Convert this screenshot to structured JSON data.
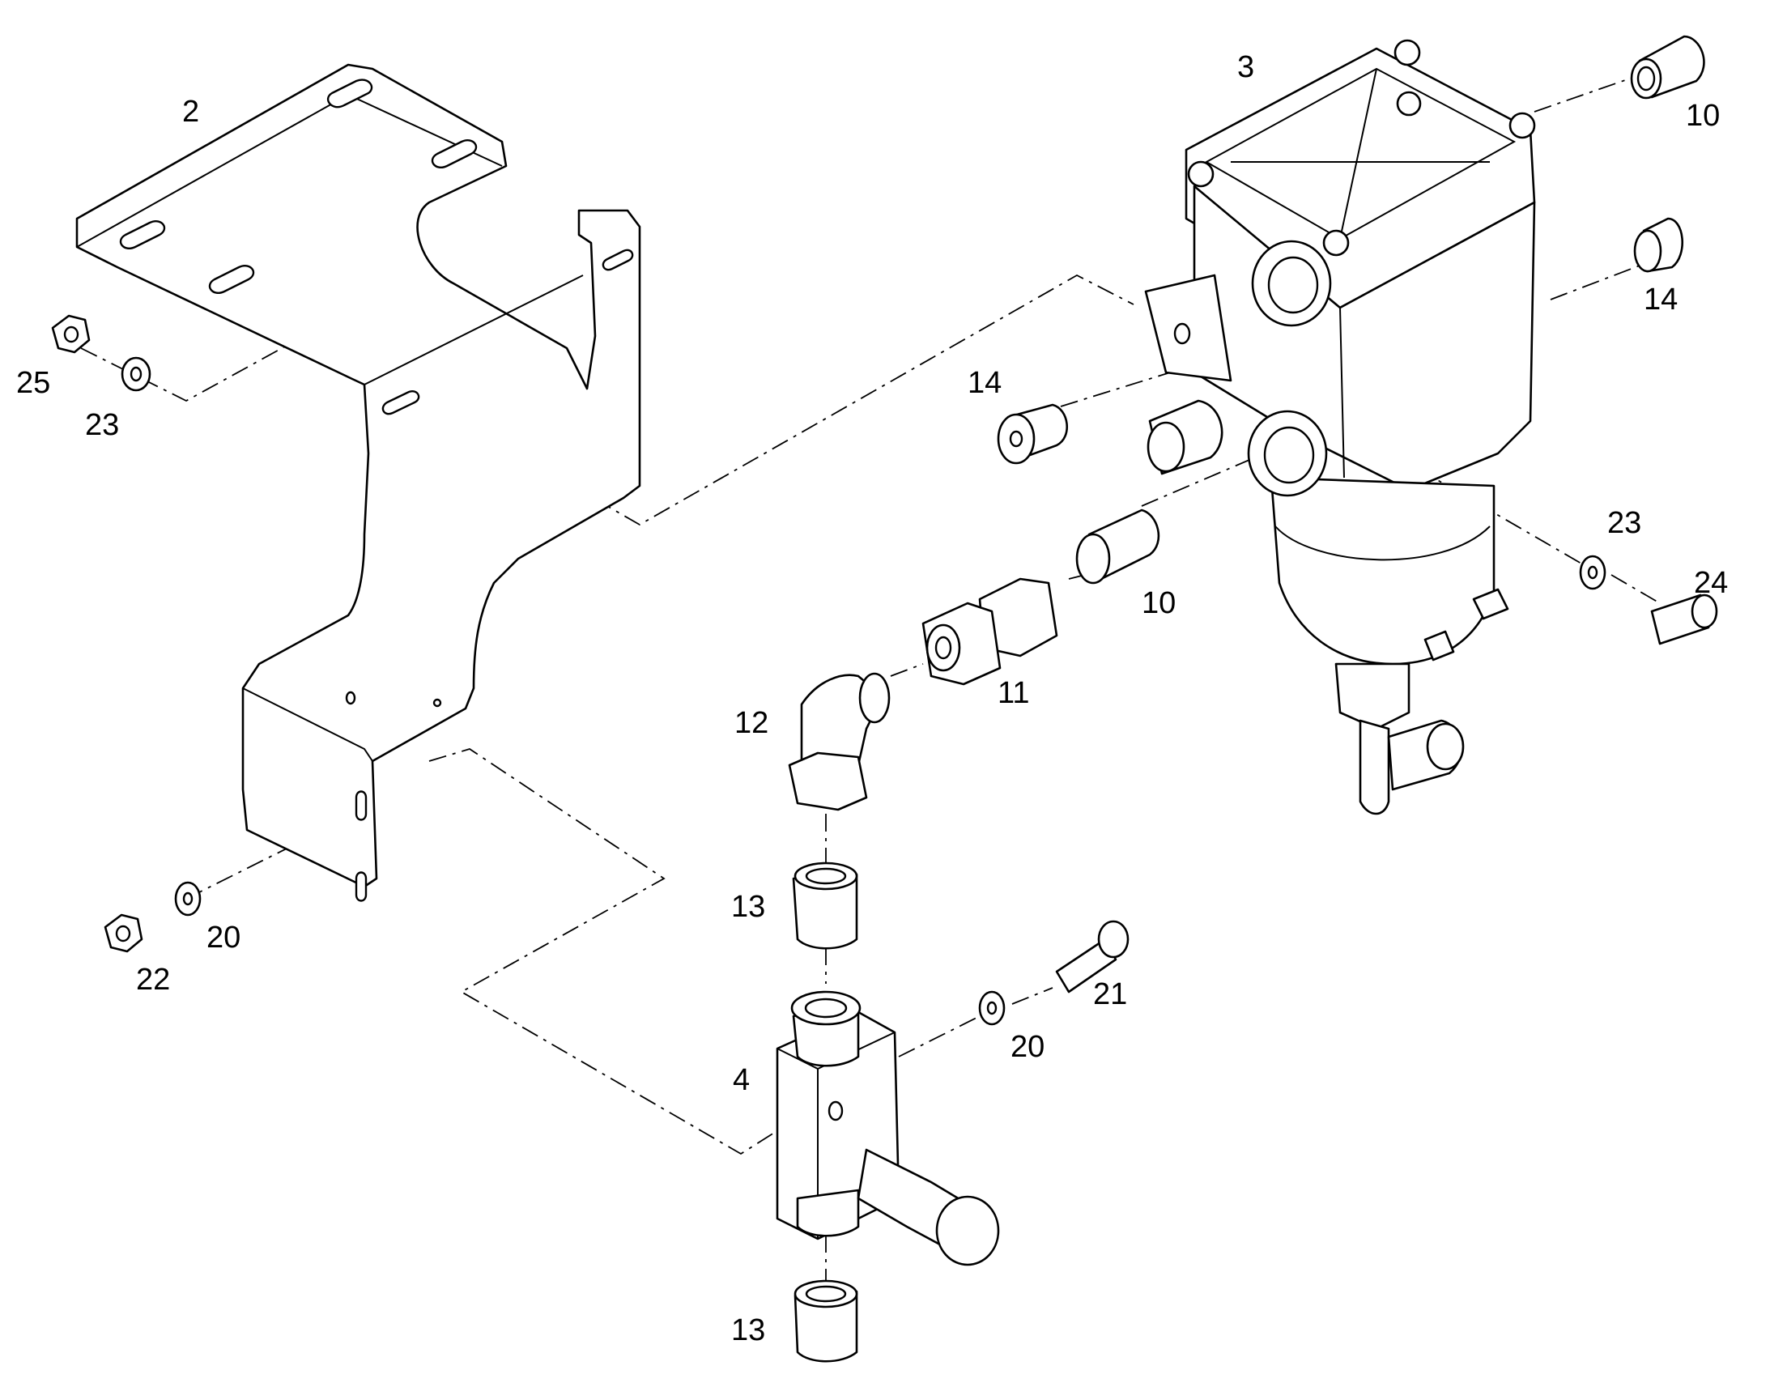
{
  "callouts": {
    "c2": "2",
    "c3": "3",
    "c4": "4",
    "c10a": "10",
    "c10b": "10",
    "c11": "11",
    "c12": "12",
    "c13a": "13",
    "c13b": "13",
    "c14a": "14",
    "c14b": "14",
    "c20a": "20",
    "c20b": "20",
    "c21": "21",
    "c22": "22",
    "c23a": "23",
    "c23b": "23",
    "c24": "24",
    "c25": "25"
  }
}
